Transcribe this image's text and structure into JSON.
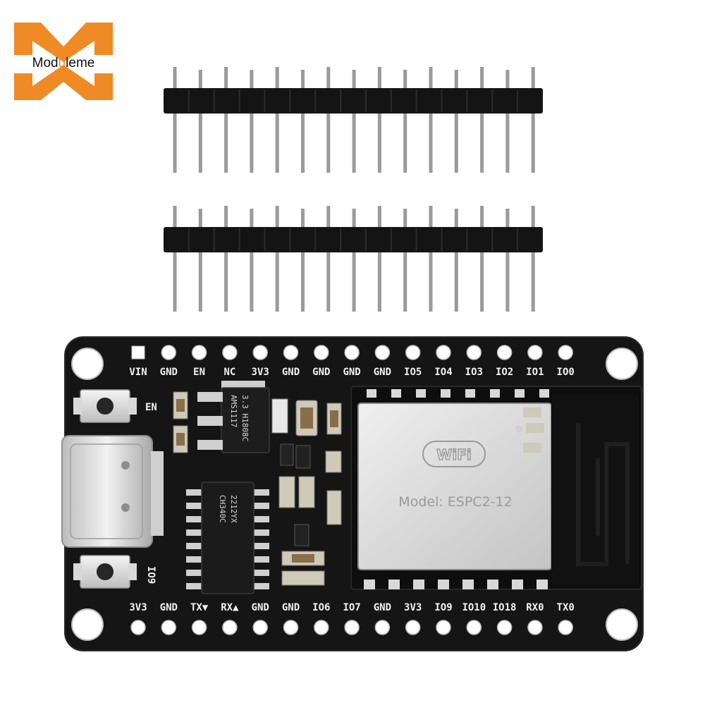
{
  "brand": {
    "name_prefix": "Mod",
    "name_highlight": "u",
    "name_suffix": "leme",
    "colors": {
      "orange": "#f08a24",
      "text": "#111111"
    }
  },
  "header_pins": {
    "rows": 2,
    "pins_per_row": 15
  },
  "board": {
    "top_labels": [
      "VIN",
      "GND",
      "EN",
      "NC",
      "3V3",
      "GND",
      "GND",
      "GND",
      "GND",
      "IO5",
      "IO4",
      "IO3",
      "IO2",
      "IO1",
      "IO0"
    ],
    "bottom_labels": [
      "3V3",
      "GND",
      "TX▼",
      "RX▲",
      "GND",
      "GND",
      "IO6",
      "IO7",
      "GND",
      "3V3",
      "IO9",
      "IO10",
      "IO18",
      "RX0",
      "TX0"
    ],
    "buttons": [
      {
        "label": "EN",
        "icon": "push-button-icon"
      },
      {
        "label": "IO9",
        "icon": "push-button-icon"
      }
    ],
    "regulator": {
      "line1": "AMS1117",
      "line2": "3.3 H1808C"
    },
    "usb_chip": {
      "line1": "CH340C",
      "line2": "2212YX"
    },
    "module": {
      "wifi_logo": "WiFi",
      "model_text": "Model: ESPC2-12"
    },
    "colors": {
      "pcb": "#151515",
      "silk": "#f2f2f2",
      "shield": "#dcdcdc",
      "gold": "#cfc9b8"
    }
  }
}
